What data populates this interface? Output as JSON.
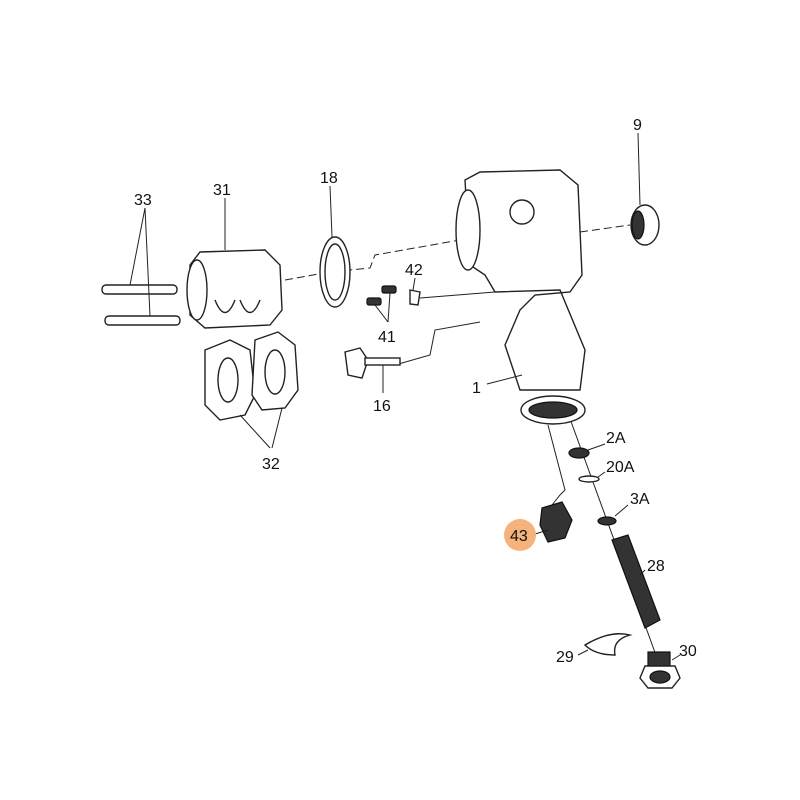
{
  "diagram": {
    "highlight_color": "#f5b27a",
    "highlighted_part": "43",
    "labels": {
      "p33": "33",
      "p31": "31",
      "p18": "18",
      "p9": "9",
      "p42": "42",
      "p41": "41",
      "p16": "16",
      "p1": "1",
      "p32": "32",
      "p2A": "2A",
      "p20A": "20A",
      "p3A": "3A",
      "p43": "43",
      "p28": "28",
      "p29": "29",
      "p30": "30"
    }
  }
}
